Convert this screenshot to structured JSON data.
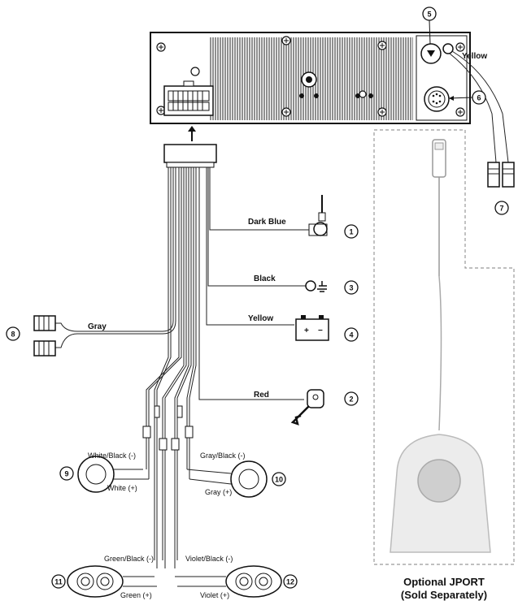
{
  "wire_labels": {
    "dark_blue": "Dark Blue",
    "black": "Black",
    "yellow_power": "Yellow",
    "red": "Red",
    "gray": "Gray",
    "yellow_rca": "Yellow"
  },
  "speaker_labels": {
    "white_black": "White/Black (-)",
    "white": "White (+)",
    "gray_black": "Gray/Black (-)",
    "gray": "Gray (+)",
    "green_black": "Green/Black (-)",
    "green": "Green (+)",
    "violet_black": "Violet/Black (-)",
    "violet": "Violet (+)"
  },
  "callouts": [
    "1",
    "2",
    "3",
    "4",
    "5",
    "6",
    "7",
    "8",
    "9",
    "10",
    "11",
    "12"
  ],
  "jport_caption": {
    "line1": "Optional JPORT",
    "line2": "(Sold Separately)"
  },
  "battery_symbols": {
    "plus": "+",
    "minus": "−"
  }
}
